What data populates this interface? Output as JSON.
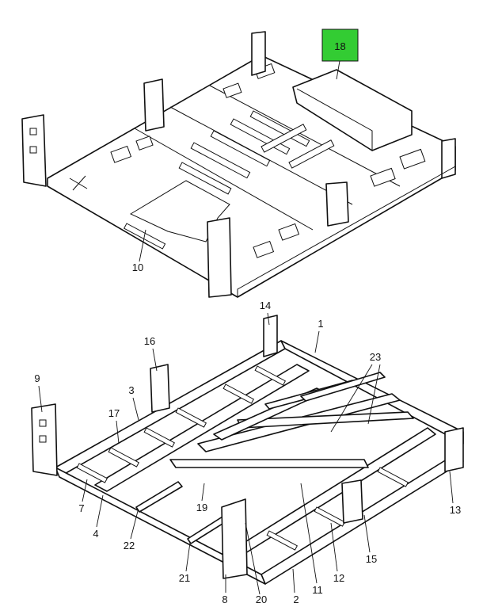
{
  "highlighted_callout": "18",
  "callouts": {
    "c1": "1",
    "c2": "2",
    "c3": "3",
    "c4": "4",
    "c7": "7",
    "c8": "8",
    "c9": "9",
    "c10": "10",
    "c11": "11",
    "c12": "12",
    "c13": "13",
    "c14": "14",
    "c15": "15",
    "c16": "16",
    "c17": "17",
    "c19": "19",
    "c20": "20",
    "c21": "21",
    "c22": "22",
    "c23": "23"
  },
  "colors": {
    "highlight": "#33cc33",
    "line": "#111111"
  }
}
